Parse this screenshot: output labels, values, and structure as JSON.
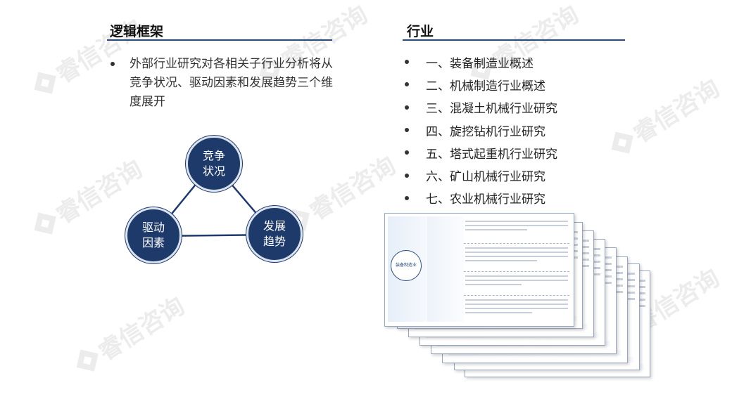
{
  "watermark": "睿信咨询",
  "left": {
    "title": "逻辑框架",
    "bullet": "外部行业研究对各相关子行业分析将从竞争状况、驱动因素和发展趋势三个维度展开",
    "nodes": {
      "top": "竞争状况",
      "left": "驱动因素",
      "right": "发展趋势"
    }
  },
  "right": {
    "title": "行业",
    "items": [
      "一、装备制造业概述",
      "二、机械制造行业概述",
      "三、混凝土机械行业研究",
      "四、旋挖钻机行业研究",
      "五、塔式起重机行业研究",
      "六、矿山机械行业研究",
      "七、农业机械行业研究"
    ]
  },
  "thumbnail": {
    "hub_label": "装备制造业"
  },
  "colors": {
    "accent": "#1e3a6b",
    "rule": "#2a4a7b",
    "watermark": "#ececec"
  }
}
